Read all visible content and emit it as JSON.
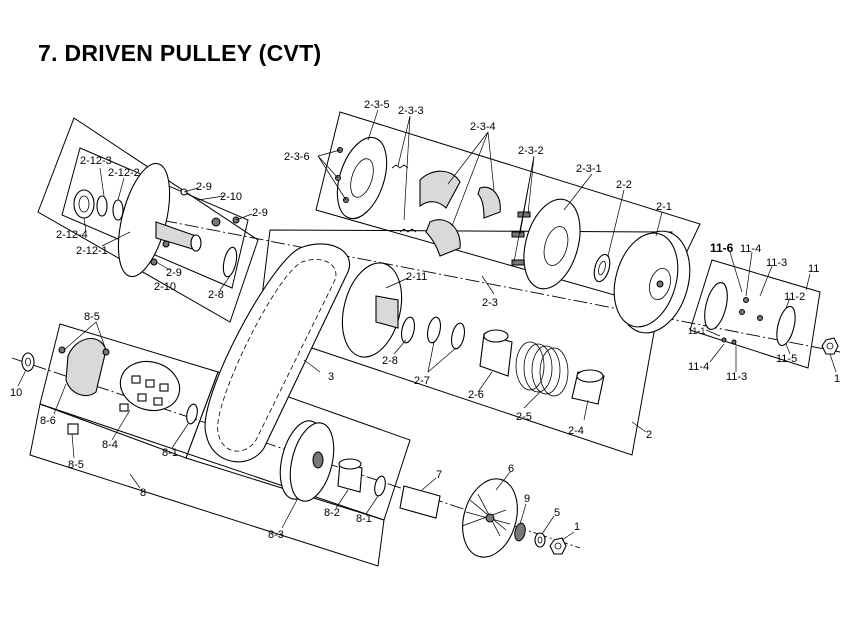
{
  "title": "7. DRIVEN PULLEY (CVT)",
  "callouts": {
    "c_2_3_5": "2-3-5",
    "c_2_3_3": "2-3-3",
    "c_2_3_4": "2-3-4",
    "c_2_3_6": "2-3-6",
    "c_2_3_2": "2-3-2",
    "c_2_3_1": "2-3-1",
    "c_2_2": "2-2",
    "c_2_1": "2-1",
    "c_2_3": "2-3",
    "c_2_12_3": "2-12-3",
    "c_2_12_2": "2-12-2",
    "c_2_12_4": "2-12-4",
    "c_2_12_1": "2-12-1",
    "c_2_9a": "2-9",
    "c_2_10a": "2-10",
    "c_2_9b": "2-9",
    "c_2_9c": "2-9",
    "c_2_10b": "2-10",
    "c_2_8a": "2-8",
    "c_2_11": "2-11",
    "c_2_8b": "2-8",
    "c_2_7": "2-7",
    "c_2_6": "2-6",
    "c_2_5": "2-5",
    "c_2_4": "2-4",
    "c_2": "2",
    "c_3": "3",
    "c_11_6": "11-6",
    "c_11_4a": "11-4",
    "c_11_3a": "11-3",
    "c_11": "11",
    "c_11_2": "11-2",
    "c_11_1": "11-1",
    "c_11_4b": "11-4",
    "c_11_3b": "11-3",
    "c_11_5": "11-5",
    "c_1a": "1",
    "c_8_5a": "8-5",
    "c_10": "10",
    "c_8_6": "8-6",
    "c_8_4": "8-4",
    "c_8_1a": "8-1",
    "c_8_5b": "8-5",
    "c_8": "8",
    "c_7": "7",
    "c_6": "6",
    "c_8_2": "8-2",
    "c_8_1b": "8-1",
    "c_9": "9",
    "c_5": "5",
    "c_1b": "1",
    "c_8_3": "8-3"
  }
}
